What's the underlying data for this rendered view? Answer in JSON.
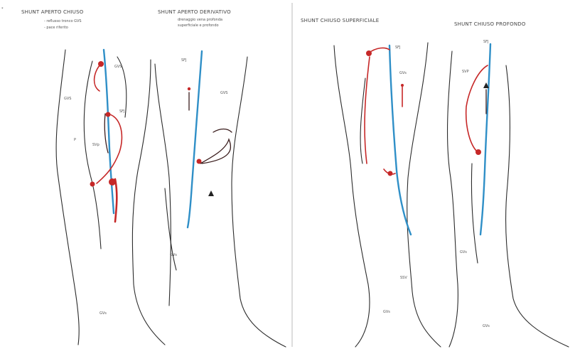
{
  "panels": [
    {
      "title": "SHUNT APERTO CHIUSO",
      "notes": [
        "- reflusso tronco GVS",
        "- pace riferito"
      ],
      "labels": [
        "GVS",
        "SFJ",
        "GVS",
        "SVp",
        "GVs",
        "P"
      ]
    },
    {
      "title": "SHUNT APERTO DERIVATIVO",
      "notes": [
        "drenaggio vena profonda",
        "superficiale e profondo"
      ],
      "labels": [
        "SFJ",
        "GVS",
        "GVs"
      ]
    },
    {
      "title": "SHUNT CHIUSO SUPERFICIALE",
      "notes": [],
      "labels": [
        "SFJ",
        "GVs",
        "SSV",
        "GVs"
      ]
    },
    {
      "title": "SHUNT CHIUSO PROFONDO",
      "notes": [],
      "labels": [
        "SFJ",
        "SVP",
        "GVs",
        "GVs"
      ]
    }
  ],
  "colors": {
    "reflux": "#c62828",
    "vein": "#2f8fc7",
    "outline": "#2b2b2b"
  }
}
